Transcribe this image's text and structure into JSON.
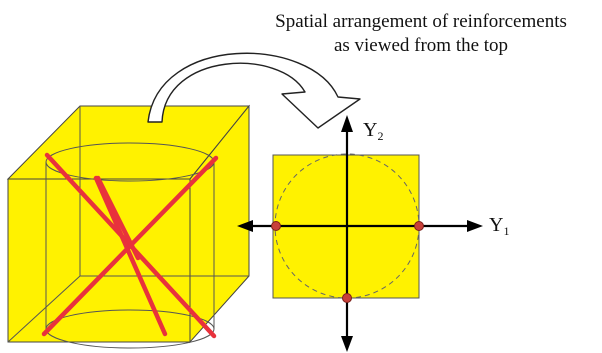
{
  "caption": {
    "line1": "Spatial arrangement of reinforcements",
    "line2": "as viewed from the top"
  },
  "axes": {
    "y1": {
      "main": "Y",
      "sub": "1"
    },
    "y2": {
      "main": "Y",
      "sub": "2"
    }
  },
  "colors": {
    "cube_fill": "#fff200",
    "reinforcement": "#e8323c",
    "outline": "#444444",
    "axis": "#000000",
    "marker": "#c8403a"
  }
}
